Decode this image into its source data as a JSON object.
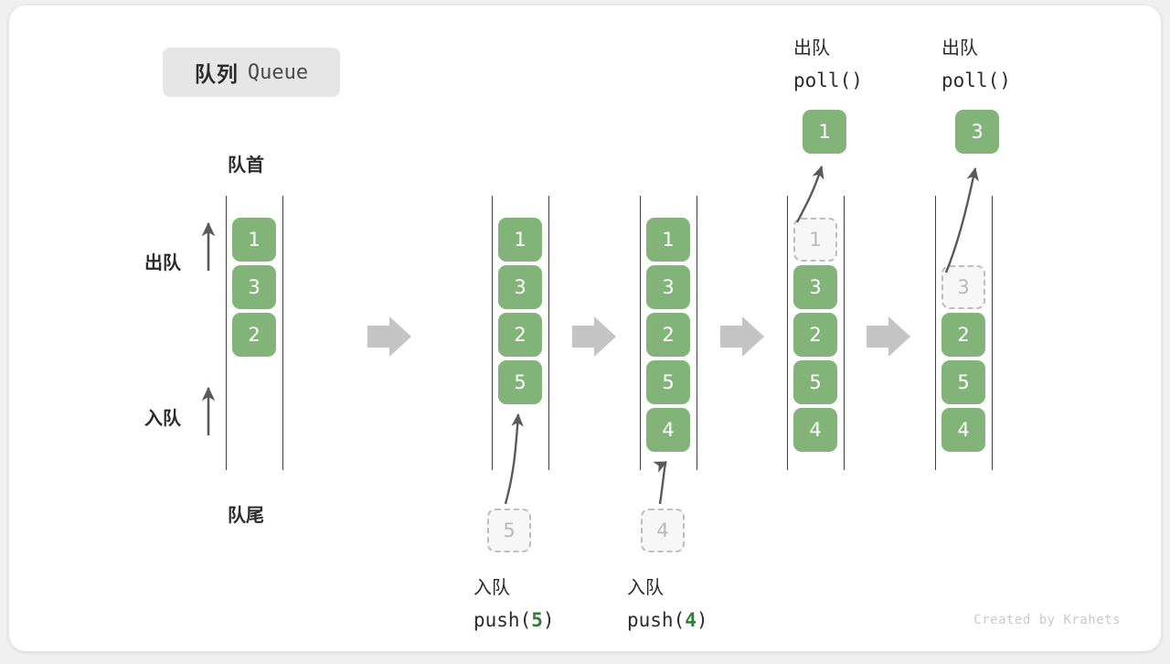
{
  "title": {
    "cn": "队列",
    "en": "Queue"
  },
  "axis_labels": {
    "front": "队首",
    "rear": "队尾",
    "dequeue": "出队",
    "enqueue": "入队"
  },
  "credit": "Created by Krahets",
  "colors": {
    "element": "#82b378",
    "ghost_fill": "#f7f7f7",
    "ghost_border": "#bdbdbd",
    "rail": "#3f3f3f",
    "arrow": "#5a5a5a",
    "step_arrow": "#c4c4c4",
    "badge_bg": "#e6e6e6",
    "highlight_number": "#2f7d32"
  },
  "steps": [
    {
      "id": "initial",
      "cells": [
        "1",
        "3",
        "2"
      ],
      "ghost_index": null,
      "top_label_cn": null,
      "top_label_code": null,
      "popped_value": null,
      "bottom_label_cn": null,
      "bottom_label_code": null,
      "bottom_label_arg": null,
      "incoming_value": null
    },
    {
      "id": "push-5",
      "cells": [
        "1",
        "3",
        "2",
        "5"
      ],
      "ghost_index": null,
      "top_label_cn": null,
      "top_label_code": null,
      "popped_value": null,
      "bottom_label_cn": "入队",
      "bottom_label_code": "push(",
      "bottom_label_arg": "5",
      "bottom_label_code_end": ")",
      "incoming_value": "5"
    },
    {
      "id": "push-4",
      "cells": [
        "1",
        "3",
        "2",
        "5",
        "4"
      ],
      "ghost_index": null,
      "top_label_cn": null,
      "top_label_code": null,
      "popped_value": null,
      "bottom_label_cn": "入队",
      "bottom_label_code": "push(",
      "bottom_label_arg": "4",
      "bottom_label_code_end": ")",
      "incoming_value": "4"
    },
    {
      "id": "poll-1",
      "cells": [
        "1",
        "3",
        "2",
        "5",
        "4"
      ],
      "ghost_index": 0,
      "top_label_cn": "出队",
      "top_label_code": "poll()",
      "popped_value": "1",
      "bottom_label_cn": null,
      "bottom_label_code": null,
      "bottom_label_arg": null,
      "incoming_value": null
    },
    {
      "id": "poll-3",
      "cells": [
        "3",
        "2",
        "5",
        "4"
      ],
      "ghost_index": 0,
      "top_label_cn": "出队",
      "top_label_code": "poll()",
      "popped_value": "3",
      "bottom_label_cn": null,
      "bottom_label_code": null,
      "bottom_label_arg": null,
      "incoming_value": null
    }
  ]
}
